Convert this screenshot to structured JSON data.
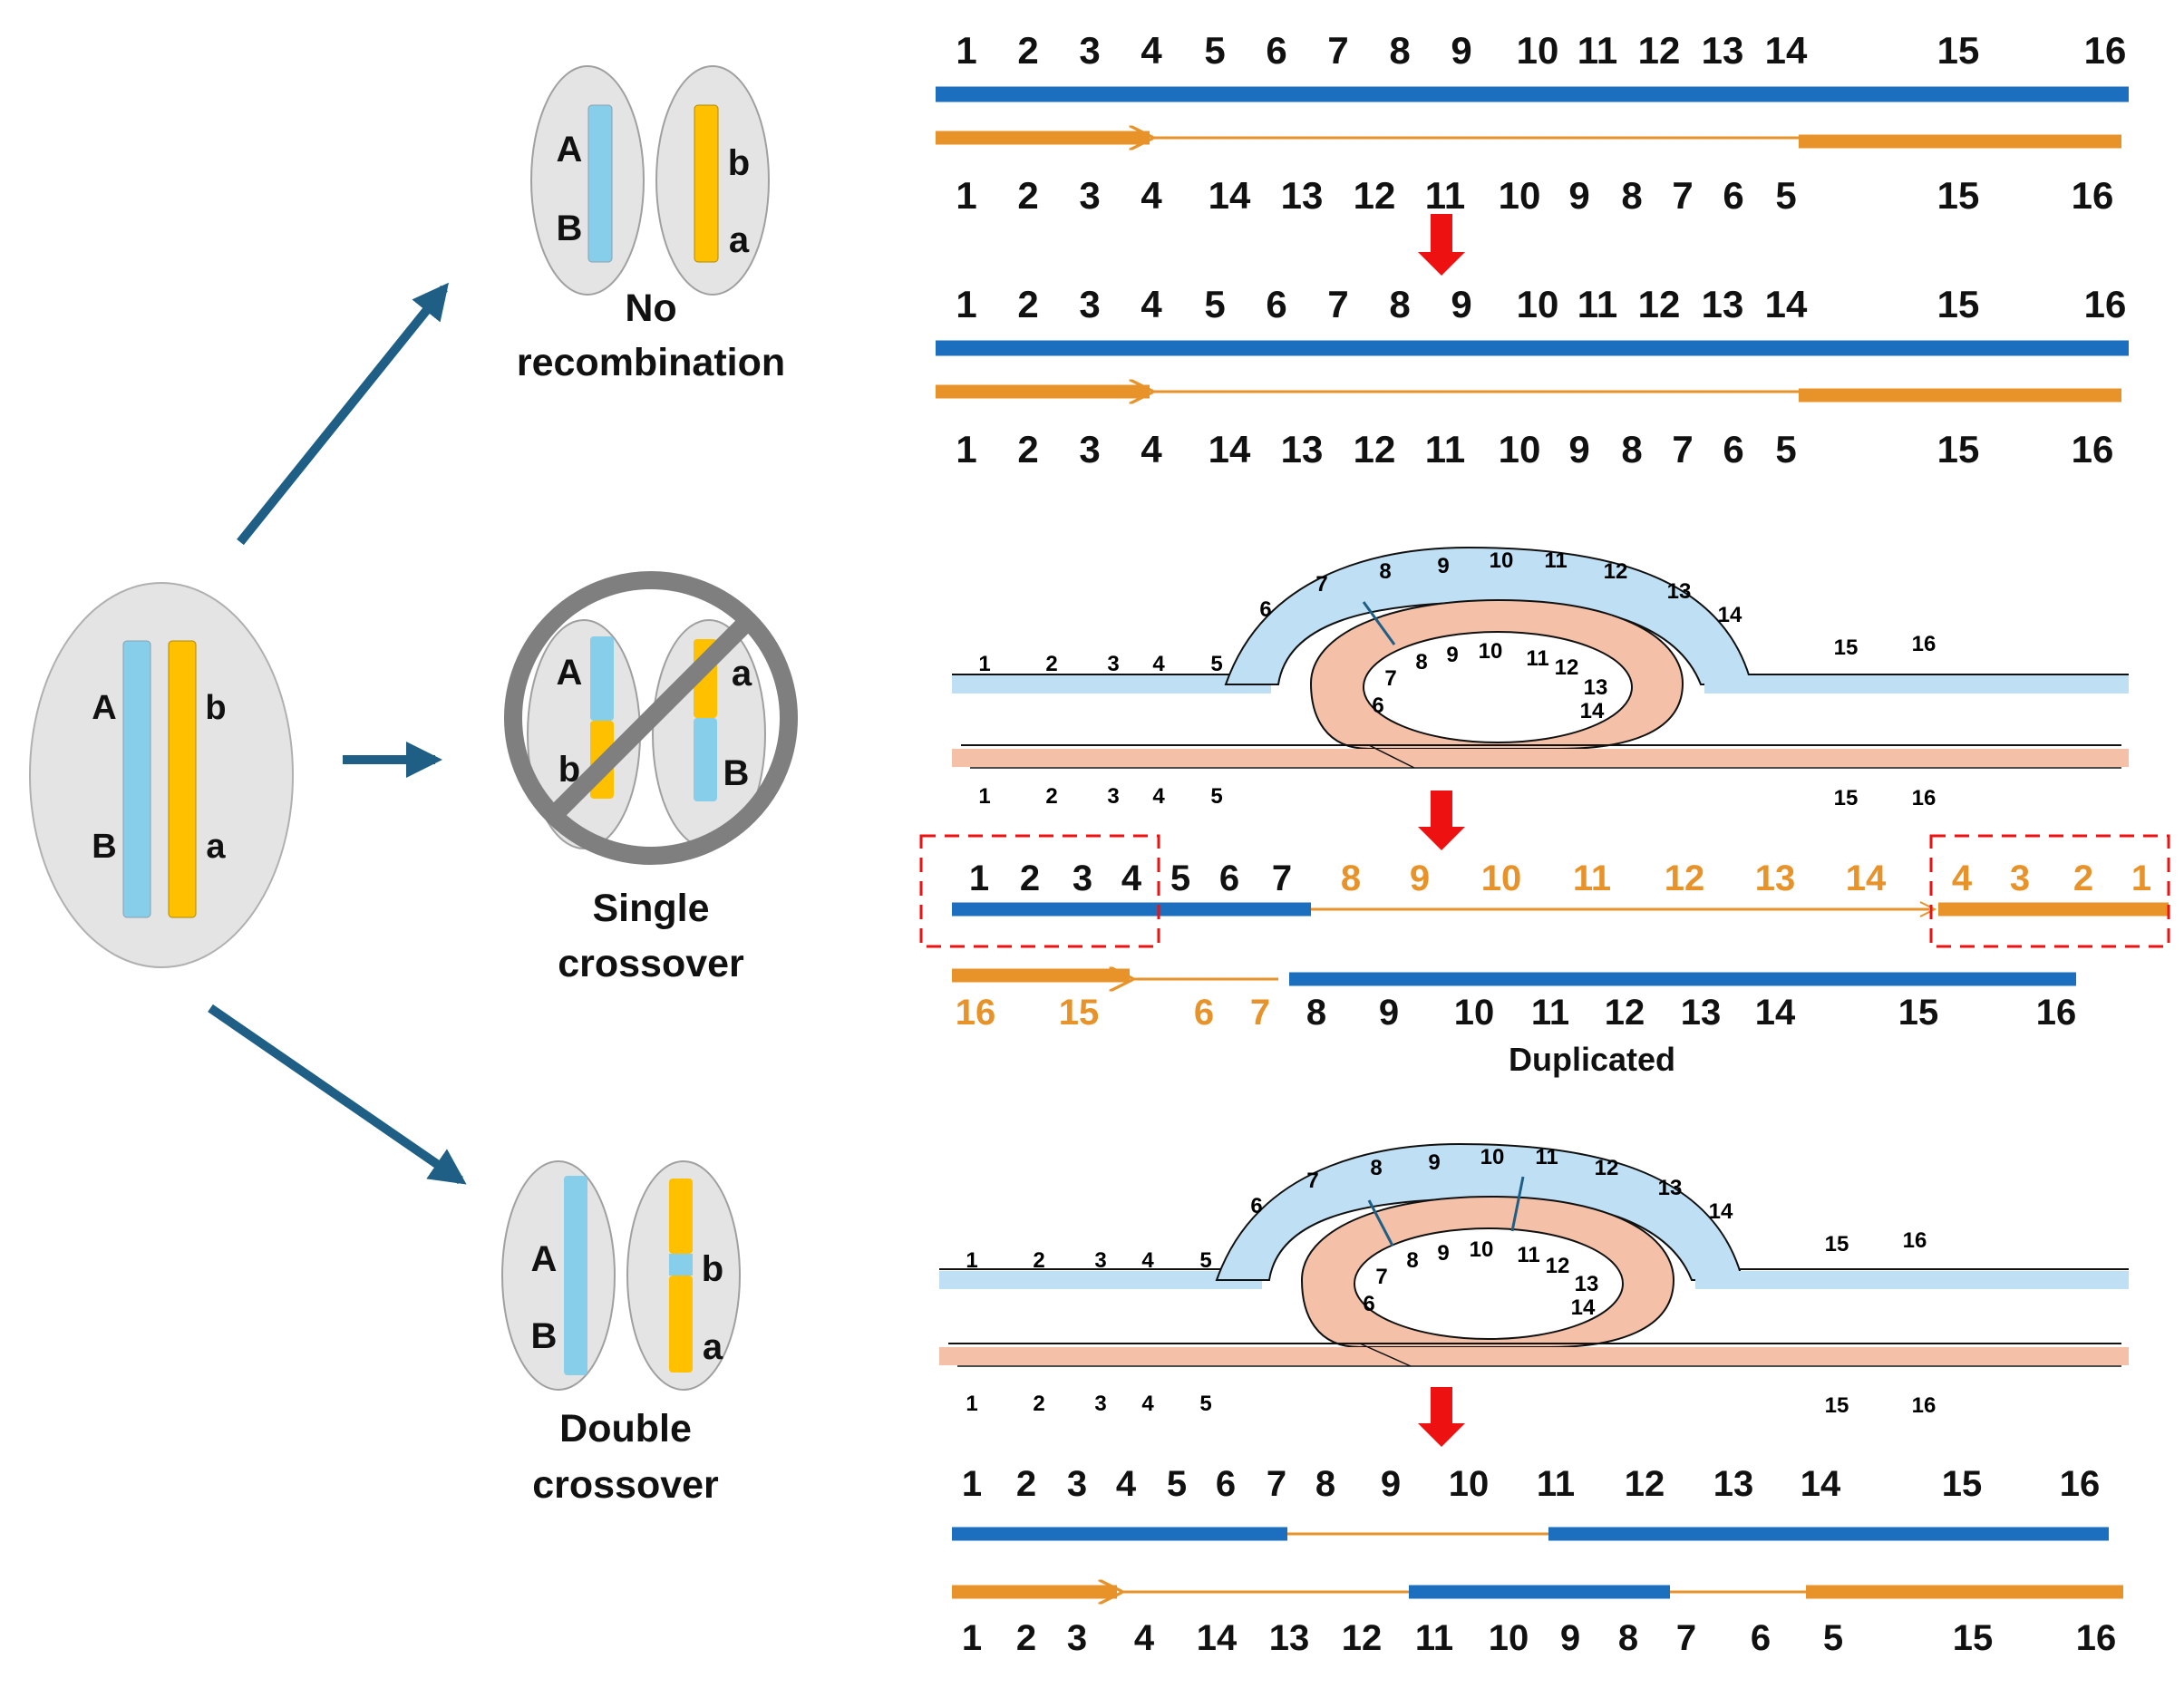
{
  "colors": {
    "light_blue": "#87ceeb",
    "yellow": "#ffc000",
    "dark_blue": "#1c6fbf",
    "orange": "#e8922a",
    "pale_blue": "#bfe0f4",
    "salmon": "#f4c1a8",
    "red": "#ee1111",
    "arrow_teal": "#1f5f86",
    "ellipse_gray": "#e4e4e4",
    "ban_gray": "#7f7f7f"
  },
  "parent": {
    "alleles_left": [
      "A",
      "B"
    ],
    "alleles_right": [
      "b",
      "a"
    ]
  },
  "outcomes": {
    "no_recombination": {
      "label_line1": "No",
      "label_line2": "recombination",
      "left": [
        "A",
        "B"
      ],
      "right": [
        "b",
        "a"
      ]
    },
    "single_crossover": {
      "label_line1": "Single",
      "label_line2": "crossover",
      "left": [
        "A",
        "b"
      ],
      "right": [
        "a",
        "B"
      ]
    },
    "double_crossover": {
      "label_line1": "Double",
      "label_line2": "crossover",
      "left": [
        "A",
        "B"
      ],
      "right": [
        "b",
        "a"
      ]
    }
  },
  "panel_no_recombination": {
    "top_numbers": [
      "1",
      "2",
      "3",
      "4",
      "5",
      "6",
      "7",
      "8",
      "9",
      "10",
      "11",
      "12",
      "13",
      "14",
      "15",
      "16"
    ],
    "bottom_numbers": [
      "1",
      "2",
      "3",
      "4",
      "14",
      "13",
      "12",
      "11",
      "10",
      "9",
      "8",
      "7",
      "6",
      "5",
      "15",
      "16"
    ]
  },
  "loop_labels": {
    "outer": [
      "1",
      "2",
      "3",
      "4",
      "5",
      "6",
      "7",
      "8",
      "9",
      "10",
      "11",
      "12",
      "13",
      "14",
      "15",
      "16"
    ],
    "inner": [
      "6",
      "7",
      "8",
      "9",
      "10",
      "11",
      "12",
      "13",
      "14"
    ],
    "below": [
      "1",
      "2",
      "3",
      "4",
      "5",
      "15",
      "16"
    ]
  },
  "panel_single": {
    "recombinant_numbers": [
      "1",
      "2",
      "3",
      "4",
      "5",
      "6",
      "7",
      "8",
      "9",
      "10",
      "11",
      "12",
      "13",
      "14",
      "4",
      "3",
      "2",
      "1"
    ],
    "lower_numbers": [
      "16",
      "15",
      "6",
      "7",
      "8",
      "9",
      "10",
      "11",
      "12",
      "13",
      "14",
      "15",
      "16"
    ],
    "duplicated_label": "Duplicated"
  },
  "panel_double": {
    "top_numbers": [
      "1",
      "2",
      "3",
      "4",
      "5",
      "6",
      "7",
      "8",
      "9",
      "10",
      "11",
      "12",
      "13",
      "14",
      "15",
      "16"
    ],
    "bottom_numbers": [
      "1",
      "2",
      "3",
      "4",
      "14",
      "13",
      "12",
      "11",
      "10",
      "9",
      "8",
      "7",
      "6",
      "5",
      "15",
      "16"
    ]
  }
}
